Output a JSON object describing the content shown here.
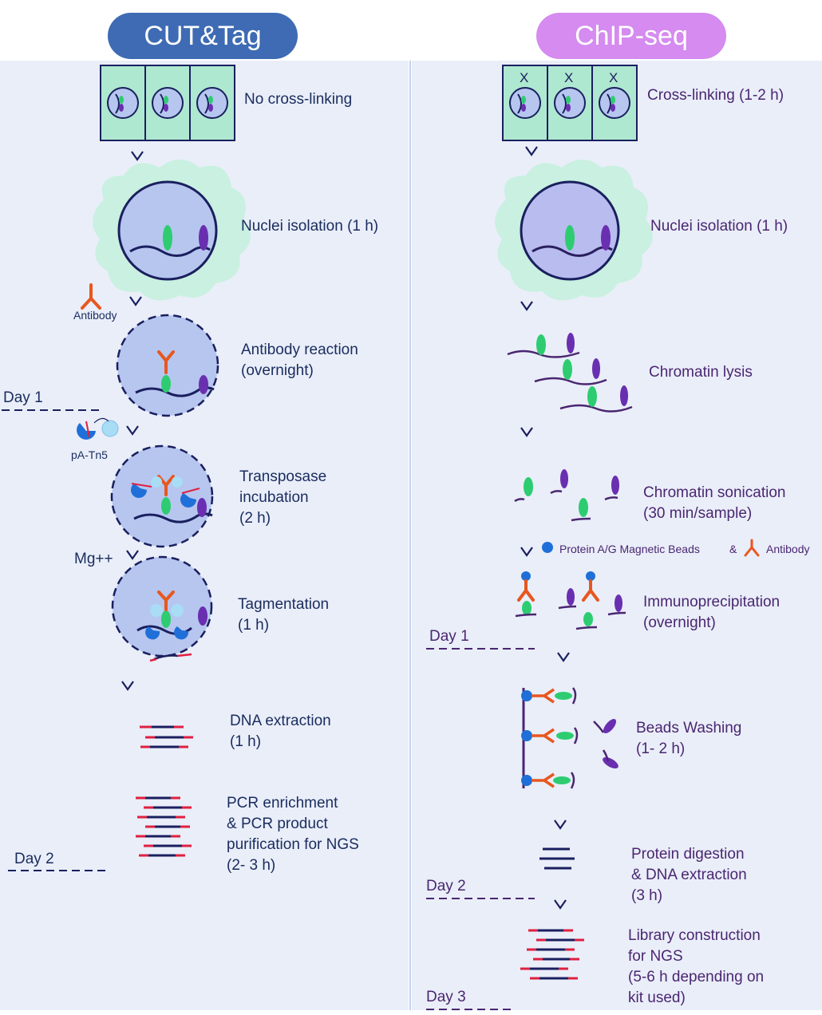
{
  "headers": {
    "cut": "CUT&Tag",
    "chip": "ChIP-seq"
  },
  "cut": {
    "steps": [
      "No cross-linking",
      "Nuclei isolation (1 h)",
      "Antibody reaction\n(overnight)",
      "Transposase\nincubation\n(2 h)",
      "Tagmentation\n(1 h)",
      "DNA extraction\n(1 h)",
      "PCR enrichment\n& PCR product\npurification for NGS\n(2- 3 h)"
    ],
    "antibody_label": "Antibody",
    "tn5_label": "pA-Tn5",
    "mg_label": "Mg++",
    "day1": "Day 1",
    "day2": "Day 2"
  },
  "chip": {
    "steps": [
      "Cross-linking (1-2 h)",
      "Nuclei isolation (1 h)",
      "Chromatin lysis",
      "Chromatin sonication\n(30 min/sample)",
      "Immunoprecipitation\n(overnight)",
      "Beads Washing\n(1- 2 h)",
      "Protein digestion\n& DNA extraction\n(3 h)",
      "Library construction\nfor NGS\n(5-6 h depending on\nkit used)"
    ],
    "beads_label": "Protein A/G Magnetic Beads",
    "amp": "&",
    "antibody_label": "Antibody",
    "day1": "Day 1",
    "day2": "Day 2",
    "day3": "Day 3"
  },
  "colors": {
    "navy": "#1a1f5e",
    "purple": "#6a2fb0",
    "green": "#2ecc71",
    "orange": "#e8571e",
    "red": "#e02040",
    "bead_blue": "#1f6fd8",
    "cell_green": "#aee8d0",
    "nucleus_blue": "#b6c6ef"
  }
}
